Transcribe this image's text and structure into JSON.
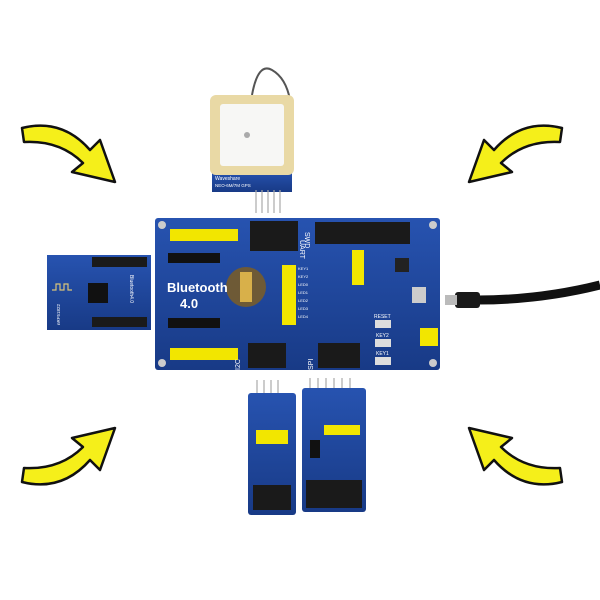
{
  "scene": {
    "main_board": {
      "title": "Bluetooth",
      "version": "4.0",
      "headers": [
        "UART",
        "SWD",
        "I2C",
        "SPI"
      ],
      "buttons": [
        "RESET",
        "KEY2",
        "KEY1"
      ],
      "leds": [
        "KEY1",
        "KEY2",
        "LED0",
        "LED1",
        "LED2",
        "LED3",
        "LED4"
      ]
    },
    "gps_module": {
      "brand": "Waveshare",
      "model": "NEO-6M/7M GPS"
    },
    "bluetooth_module": {
      "label": "Bluetooth4.0",
      "chip": "nRF51822"
    },
    "colors": {
      "pcb": "#1d3f8f",
      "header": "#f2e600",
      "arrow": "#f5ef1a",
      "cable": "#111111"
    }
  }
}
